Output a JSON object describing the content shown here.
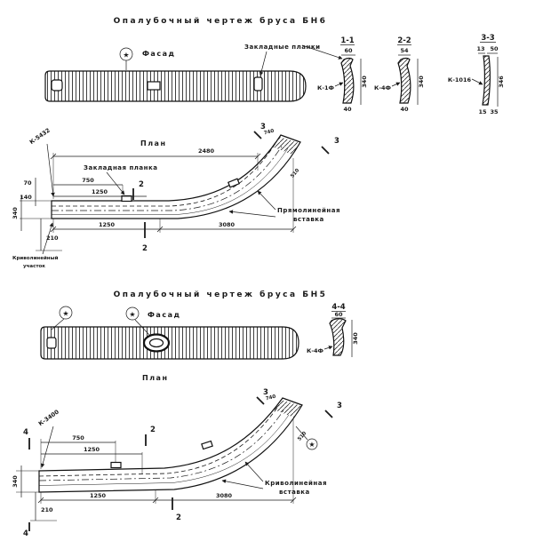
{
  "icons": {
    "star": "★"
  },
  "top": {
    "title": "Опалубочный чертеж бруса БН6",
    "facade": "Фасад",
    "plan": "План",
    "plates_label": "Закладные планки",
    "plate_label": "Закладная планка",
    "insert1": "Прямолинейная",
    "insert2": "вставка",
    "curved1": "Криволинейный",
    "curved2": "участок",
    "d2480": "2480",
    "kmark": "К-5432",
    "d750": "750",
    "d1250a": "1250",
    "d1250b": "1250",
    "d3080": "3080",
    "d70": "70",
    "d140": "140",
    "d340": "340",
    "d210": "210",
    "d740": "740",
    "d510": "510",
    "m2": "2",
    "m3": "3"
  },
  "sec": {
    "s1": {
      "name": "1-1",
      "dt": "60",
      "dl": "К-1Ф",
      "dr": "340",
      "db": "40"
    },
    "s2": {
      "name": "2-2",
      "dt": "54",
      "dl": "К-4Ф",
      "dr": "340",
      "db": "40"
    },
    "s3": {
      "name": "3-3",
      "dt1": "13",
      "dt2": "50",
      "dl": "К-1016",
      "dr": "346",
      "db1": "15",
      "db2": "35"
    },
    "s4": {
      "name": "4-4",
      "dt": "60",
      "dl": "К-4Ф",
      "dr": "340"
    }
  },
  "bot": {
    "title": "Опалубочный чертеж бруса БН5",
    "facade": "Фасад",
    "plan": "План",
    "kmark": "К-3400",
    "insert1": "Криволинейная",
    "insert2": "вставка",
    "d750": "750",
    "d1250a": "1250",
    "d1250b": "1250",
    "d3080": "3080",
    "d340": "340",
    "d210": "210",
    "d510": "510",
    "d740": "740",
    "m2": "2",
    "m3": "3",
    "m4": "4"
  }
}
